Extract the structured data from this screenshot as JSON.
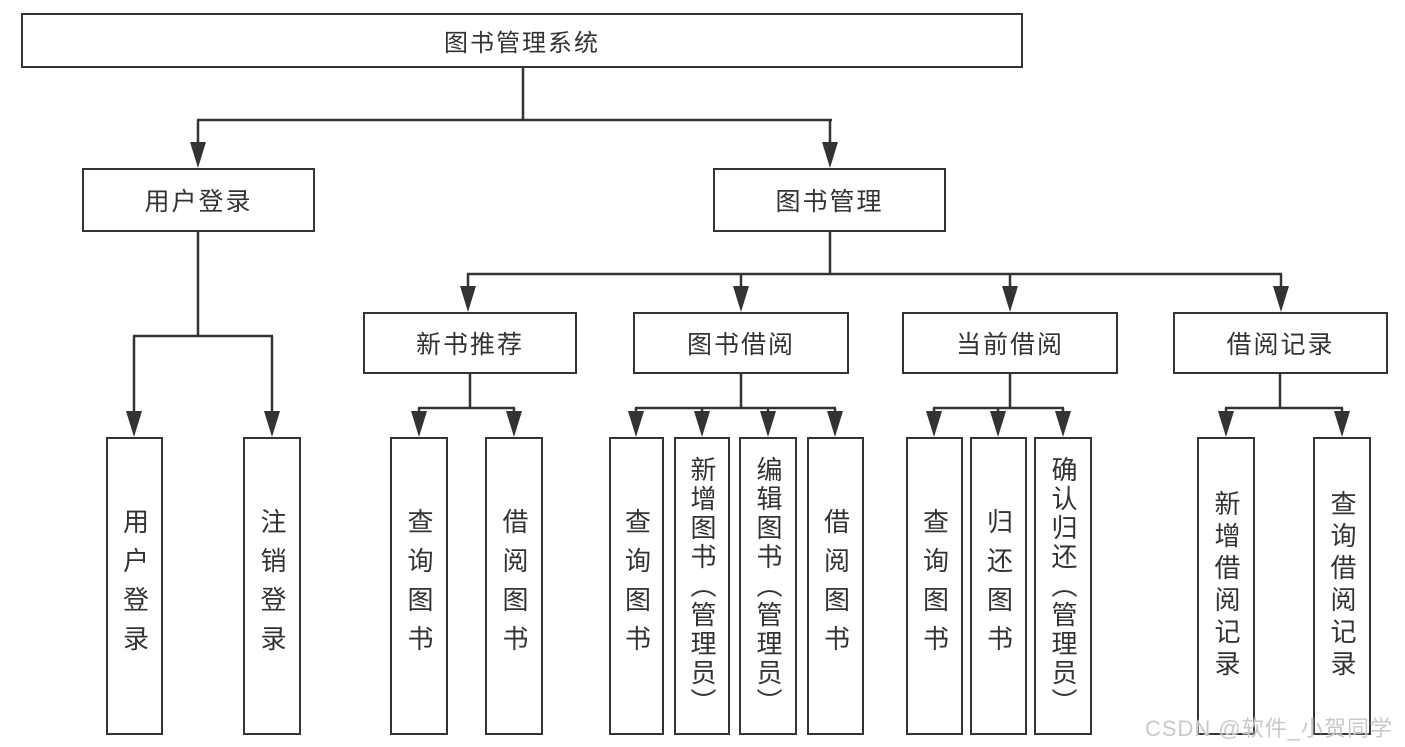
{
  "tree": {
    "root": "图书管理系统",
    "branches": [
      {
        "label": "用户登录",
        "children": [
          "用户登录",
          "注销登录"
        ]
      },
      {
        "label": "图书管理",
        "groups": [
          {
            "label": "新书推荐",
            "children": [
              "查询图书",
              "借阅图书"
            ]
          },
          {
            "label": "图书借阅",
            "children": [
              "查询图书",
              "新增图书（管理员）",
              "编辑图书（管理员）",
              "借阅图书"
            ]
          },
          {
            "label": "当前借阅",
            "children": [
              "查询图书",
              "归还图书",
              "确认归还（管理员）"
            ]
          },
          {
            "label": "借阅记录",
            "children": [
              "新增借阅记录",
              "查询借阅记录"
            ]
          }
        ]
      }
    ]
  },
  "watermark": "CSDN @软件_小贺同学",
  "colors": {
    "line": "#333333",
    "text": "#333333",
    "watermark_text": "#c9c9c9",
    "background": "#ffffff"
  }
}
